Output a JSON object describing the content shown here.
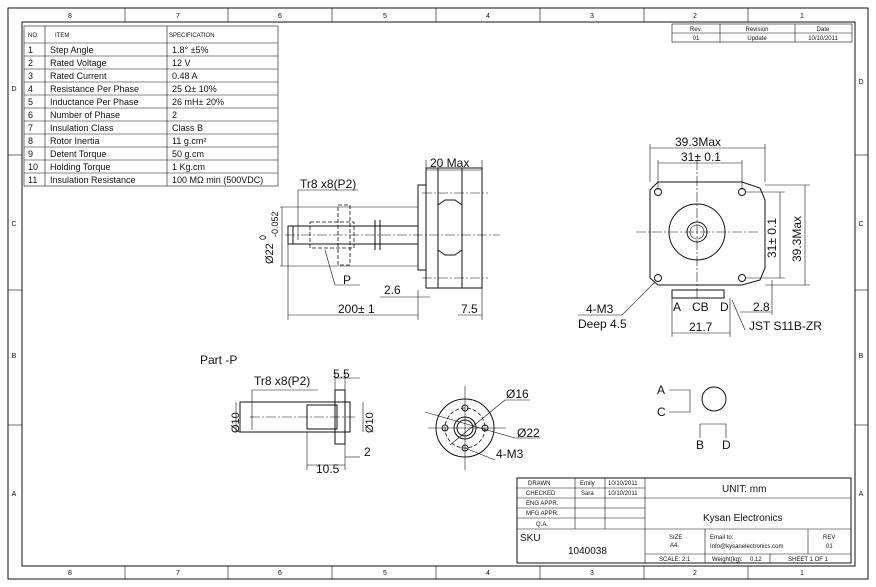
{
  "zones": {
    "columns": [
      "8",
      "7",
      "6",
      "5",
      "4",
      "3",
      "2",
      "1"
    ],
    "rows": [
      "D",
      "C",
      "B",
      "A"
    ]
  },
  "spec_table": {
    "headers": {
      "no": "NO.",
      "item": "ITEM",
      "spec": "SPECIFICATION"
    },
    "rows": [
      {
        "no": "1",
        "item": "Step Angle",
        "spec": "1.8° ±5%"
      },
      {
        "no": "2",
        "item": "Rated Voltage",
        "spec": "12 V"
      },
      {
        "no": "3",
        "item": "Rated Current",
        "spec": "0.48 A"
      },
      {
        "no": "4",
        "item": "Resistance Per Phase",
        "spec": "25 Ω± 10%"
      },
      {
        "no": "5",
        "item": "Inductance Per Phase",
        "spec": "26 mH± 20%"
      },
      {
        "no": "6",
        "item": "Number of Phase",
        "spec": "2"
      },
      {
        "no": "7",
        "item": "Insulation Class",
        "spec": "Class B"
      },
      {
        "no": "8",
        "item": "Rotor Inertia",
        "spec": "11 g.cm²"
      },
      {
        "no": "9",
        "item": "Detent Torque",
        "spec": "50 g.cm"
      },
      {
        "no": "10",
        "item": "Holding Torque",
        "spec": "1 Kg.cm"
      },
      {
        "no": "11",
        "item": "Insulation Resistance",
        "spec": "100 MΩ min (500VDC)"
      }
    ]
  },
  "revision_table": {
    "headers": {
      "rev": "Rev.",
      "revision": "Revision",
      "date": "Date"
    },
    "row": {
      "rev": "01",
      "revision": "Update",
      "date": "10/10/2011"
    }
  },
  "side_view": {
    "body_length": "20 Max",
    "thread": "Tr8 x8(P2)",
    "diameter": "Ø22",
    "tol_upper": "0",
    "tol_lower": "-0.052",
    "part_label": "P",
    "boss": "2.6",
    "length": "200± 1",
    "flange": "7.5"
  },
  "front_view": {
    "width": "39.3Max",
    "hole_spacing": "31± 0.1",
    "height": "39.3Max",
    "hole_spacing_v": "31± 0.1",
    "holes": "4-M3",
    "depth": "Deep 4.5",
    "pins": [
      "A",
      "CB",
      "D"
    ],
    "connector_width": "21.7",
    "offset": "2.8",
    "connector": "JST S11B-ZR"
  },
  "part_p": {
    "title": "Part -P",
    "thread": "Tr8 x8(P2)",
    "flange": "5.5",
    "dia_left": "Ø10",
    "dia_right": "Ø10",
    "step": "2",
    "length": "10.5",
    "pcd": "Ø16",
    "outer": "Ø22",
    "holes": "4-M3"
  },
  "wiring": {
    "labels": [
      "A",
      "C",
      "B",
      "D"
    ]
  },
  "title_block": {
    "drawn_label": "DRAWN",
    "drawn_by": "Emily",
    "drawn_date": "10/10/2011",
    "checked_label": "CHECKED",
    "checked_by": "Sara",
    "checked_date": "10/10/2011",
    "eng_label": "ENG APPR.",
    "mfg_label": "MFG APPR.",
    "qa_label": "Q.A.",
    "unit": "UNIT: mm",
    "company": "Kysan Electronics",
    "sku_label": "SKU",
    "sku": "1040038",
    "size_label": "SIZE",
    "size": "A4",
    "email_label": "Email to:",
    "email": "Info@kysanelectronics.com",
    "rev_label": "REV",
    "rev": "01",
    "scale": "SCALE: 2:1",
    "weight_label": "Weight(kg):",
    "weight": "0.12",
    "sheet": "SHEET 1 OF 1"
  }
}
